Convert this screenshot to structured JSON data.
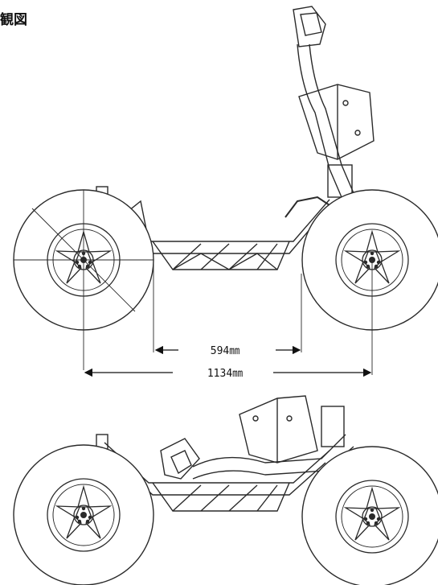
{
  "title": "観図",
  "dimensions": {
    "inner_gap": "594㎜",
    "wheelbase": "1134㎜"
  },
  "colors": {
    "line": "#2a2a2a",
    "background": "#ffffff"
  }
}
